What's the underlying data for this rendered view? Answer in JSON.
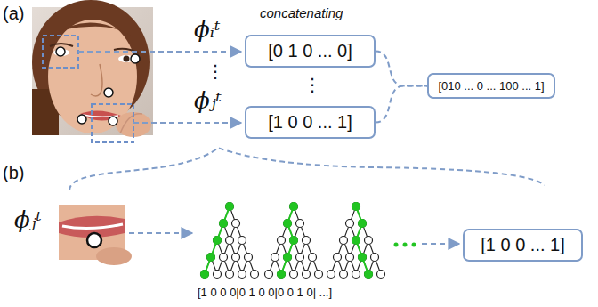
{
  "diagram": {
    "nodes": [
      {
        "text": [
          "[0 1 0 ... 0]"
        ]
      },
      {
        "text": [
          "[1 0 0 ... 1]"
        ]
      },
      {
        "text": [
          "[010 ... 0 ... 100 ... 1]"
        ]
      },
      {
        "text": [
          "[1 0 0 ... 1]"
        ]
      }
    ],
    "edges": [
      {
        "from": 0,
        "to": 2,
        "arrow": "none"
      },
      {
        "from": 1,
        "to": 2,
        "arrow": "none"
      }
    ],
    "labels": [
      "(a)",
      "ϕᵢᵗ",
      "⋮",
      "ϕⱼᵗ",
      "concatenating",
      "⋮",
      "(b)",
      "ϕⱼᵗ",
      "[1 0 0 0|0 1 0 0|0 0 1 0| ...]"
    ]
  }
}
